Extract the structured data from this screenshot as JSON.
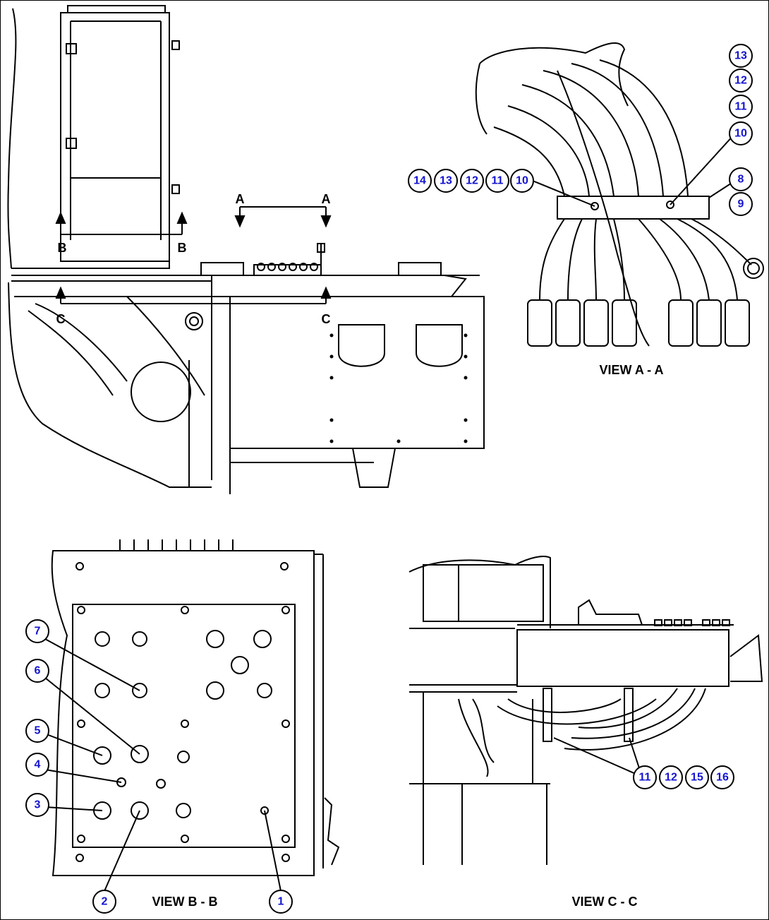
{
  "views": {
    "section_a_left": "A",
    "section_a_right": "A",
    "section_b_left": "B",
    "section_b_right": "B",
    "section_c_left": "C",
    "section_c_right": "C",
    "view_aa_title": "VIEW A - A",
    "view_bb_title": "VIEW B - B",
    "view_cc_title": "VIEW C - C"
  },
  "callouts": {
    "aa_row": [
      "14",
      "13",
      "12",
      "11",
      "10"
    ],
    "aa_column": [
      "13",
      "12",
      "11",
      "10",
      "8",
      "9"
    ],
    "bb": [
      "7",
      "6",
      "5",
      "4",
      "3",
      "2",
      "1"
    ],
    "cc_row": [
      "11",
      "12",
      "15",
      "16"
    ]
  }
}
